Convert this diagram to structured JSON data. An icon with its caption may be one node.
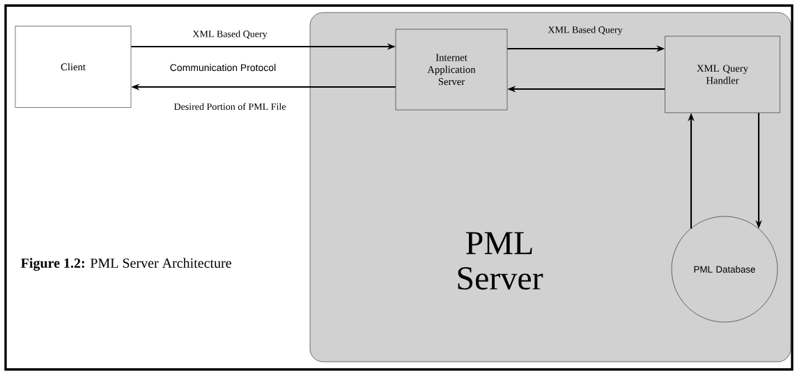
{
  "diagram": {
    "caption": "**Figure 1.2:** PML Server Architecture",
    "nodes": [
      {
        "text": [
          "Client"
        ]
      },
      {
        "text": [
          "PML Server"
        ]
      },
      {
        "text": [
          "Internet Application Server"
        ],
        "in": 1
      },
      {
        "text": [
          "XML Query Handler"
        ],
        "in": 1
      },
      {
        "text": [
          "PML Database"
        ],
        "in": 1
      }
    ],
    "edges": [
      {
        "from": 0,
        "to": 2,
        "arrow": "to",
        "label": "XML Based Query"
      },
      {
        "from": 2,
        "to": 0,
        "arrow": "to",
        "label": "Desired Portion of PML File"
      },
      {
        "from": 2,
        "to": 3,
        "arrow": "to",
        "label": "XML Based Query"
      },
      {
        "from": 3,
        "to": 2,
        "arrow": "to"
      },
      {
        "from": 4,
        "to": 3,
        "arrow": "to"
      },
      {
        "from": 3,
        "to": 4,
        "arrow": "to"
      }
    ],
    "labels": [
      "Communication Protocol"
    ]
  }
}
